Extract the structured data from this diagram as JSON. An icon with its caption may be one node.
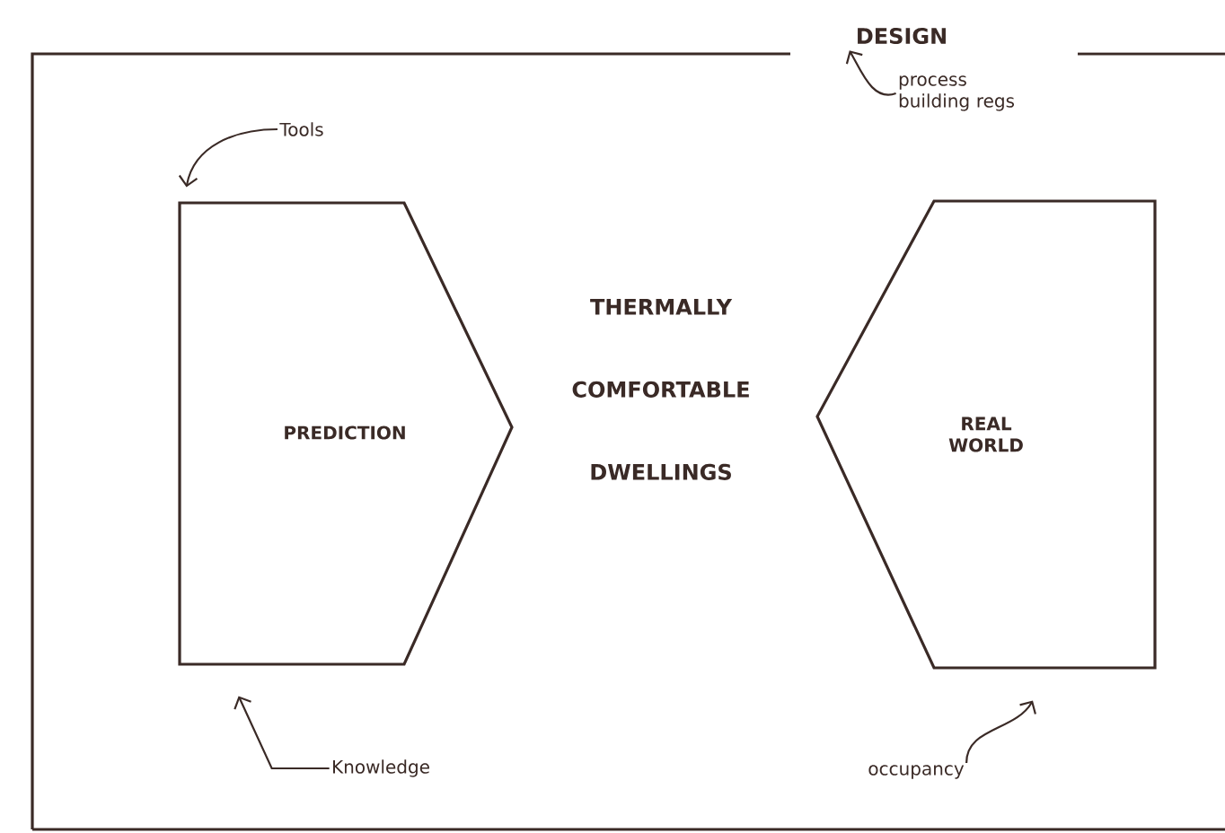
{
  "diagram": {
    "nodes": [
      {
        "text": [
          "DESIGN"
        ]
      },
      {
        "text": [
          "PREDICTION"
        ],
        "in": 0
      },
      {
        "text": [
          "REAL WORLD"
        ],
        "in": 0
      },
      {
        "text": [
          "Tools"
        ],
        "in": 0
      },
      {
        "text": [
          "process building regs"
        ],
        "in": 0
      },
      {
        "text": [
          "Knowledge"
        ],
        "in": 0
      },
      {
        "text": [
          "occupancy"
        ],
        "in": 0
      }
    ],
    "edges": [
      {
        "from": 3,
        "to": 1,
        "arrow": "to"
      },
      {
        "from": 4,
        "to": 0,
        "arrow": "to"
      },
      {
        "from": 5,
        "to": 1,
        "arrow": "to"
      },
      {
        "from": 6,
        "to": 2,
        "arrow": "to"
      }
    ],
    "labels": [
      "THERMALLY COMFORTABLE DWELLINGS"
    ]
  }
}
